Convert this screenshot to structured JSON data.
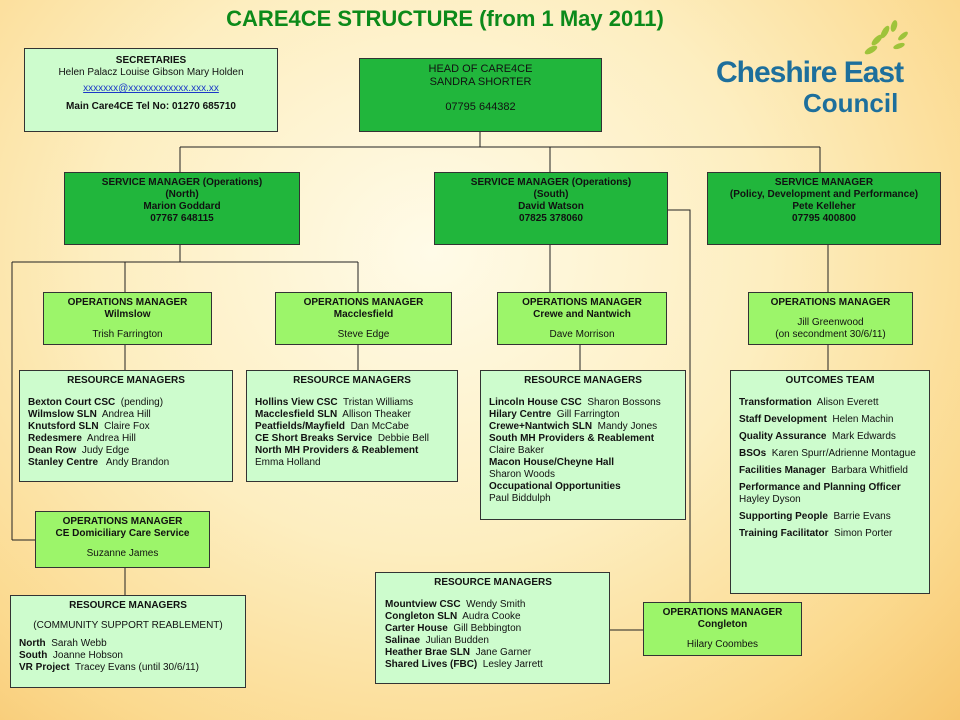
{
  "title": {
    "strong": "CARE4CE",
    "rest": " STRUCTURE (from 1 May 2011)"
  },
  "logo": {
    "line1": "Cheshire East",
    "line2": "Council"
  },
  "secretaries": {
    "heading": "SECRETARIES",
    "names": "Helen Palacz  Louise Gibson  Mary Holden",
    "email": "xxxxxxx@xxxxxxxxxxxx.xxx.xx",
    "tel": "Main Care4CE Tel No: 01270 685710"
  },
  "head": {
    "title": "HEAD OF CARE4CE",
    "name": "SANDRA  SHORTER",
    "phone": "07795 644382"
  },
  "sm_north": {
    "title": "SERVICE MANAGER (Operations)",
    "area": "(North)",
    "name": "Marion Goddard",
    "phone": "07767 648115"
  },
  "sm_south": {
    "title": "SERVICE MANAGER (Operations)",
    "area": "(South)",
    "name": "David Watson",
    "phone": "07825 378060"
  },
  "sm_policy": {
    "title": "SERVICE MANAGER",
    "area": "(Policy, Development and Performance)",
    "name": "Pete Kelleher",
    "phone": "07795 400800"
  },
  "om_wilmslow": {
    "title": "OPERATIONS MANAGER",
    "area": "Wilmslow",
    "name": "Trish Farrington"
  },
  "om_macc": {
    "title": "OPERATIONS MANAGER",
    "area": "Macclesfield",
    "name": "Steve Edge"
  },
  "om_crewe": {
    "title": "OPERATIONS MANAGER",
    "area": "Crewe and Nantwich",
    "name": "Dave Morrison"
  },
  "om_policy": {
    "title": "OPERATIONS MANAGER",
    "name": "Jill Greenwood",
    "note": "(on secondment 30/6/11)"
  },
  "om_dom": {
    "title": "OPERATIONS MANAGER",
    "area": "CE Domiciliary Care Service",
    "name": "Suzanne James"
  },
  "om_congleton": {
    "title": "OPERATIONS MANAGER",
    "area": "Congleton",
    "name": "Hilary Coombes"
  },
  "rm_wilmslow": {
    "heading": "RESOURCE MANAGERS",
    "items": [
      {
        "n": "Bexton Court CSC",
        "p": "  (pending)"
      },
      {
        "n": "Wilmslow SLN",
        "p": "  Andrea Hill"
      },
      {
        "n": "Knutsford SLN",
        "p": "  Claire Fox"
      },
      {
        "n": "Redesmere",
        "p": "  Andrea Hill"
      },
      {
        "n": "Dean Row",
        "p": "  Judy Edge"
      },
      {
        "n": "Stanley Centre",
        "p": "   Andy Brandon"
      }
    ]
  },
  "rm_macc": {
    "heading": "RESOURCE MANAGERS",
    "items": [
      {
        "n": "Hollins View CSC",
        "p": "  Tristan Williams"
      },
      {
        "n": "Macclesfield SLN",
        "p": "  Allison Theaker"
      },
      {
        "n": "Peatfields/Mayfield",
        "p": "  Dan McCabe"
      },
      {
        "n": "CE Short Breaks Service",
        "p": "  Debbie Bell"
      },
      {
        "n": "North MH Providers & Reablement",
        "p": ""
      },
      {
        "n": "",
        "p": "Emma Holland"
      }
    ]
  },
  "rm_crewe": {
    "heading": "RESOURCE MANAGERS",
    "items": [
      {
        "n": "Lincoln House CSC",
        "p": "  Sharon Bossons"
      },
      {
        "n": "Hilary Centre",
        "p": "  Gill Farrington"
      },
      {
        "n": "Crewe+Nantwich SLN",
        "p": "  Mandy Jones"
      },
      {
        "n": "South MH Providers & Reablement",
        "p": ""
      },
      {
        "n": "",
        "p": "Claire Baker"
      },
      {
        "n": "Macon House/Cheyne Hall",
        "p": ""
      },
      {
        "n": "",
        "p": "Sharon Woods"
      },
      {
        "n": "Occupational Opportunities",
        "p": ""
      },
      {
        "n": "",
        "p": "Paul Biddulph"
      }
    ]
  },
  "outcomes": {
    "heading": "OUTCOMES TEAM",
    "items": [
      {
        "n": "Transformation",
        "p": "  Alison Everett"
      },
      {
        "n": "Staff Development",
        "p": "  Helen Machin"
      },
      {
        "n": "Quality Assurance",
        "p": "  Mark Edwards"
      },
      {
        "n": "BSOs",
        "p": "  Karen Spurr/Adrienne Montague"
      },
      {
        "n": "Facilities Manager",
        "p": "  Barbara Whitfield"
      },
      {
        "n": "Performance and Planning Officer",
        "p": ""
      },
      {
        "n": "",
        "p": "Hayley Dyson"
      },
      {
        "n": "Supporting People",
        "p": "  Barrie Evans"
      },
      {
        "n": "Training Facilitator",
        "p": "  Simon Porter"
      }
    ]
  },
  "rm_community": {
    "heading": "RESOURCE MANAGERS",
    "sub": "(COMMUNITY SUPPORT REABLEMENT)",
    "items": [
      {
        "n": "North",
        "p": "  Sarah Webb"
      },
      {
        "n": "South",
        "p": "  Joanne Hobson"
      },
      {
        "n": "VR Project",
        "p": "  Tracey Evans (until 30/6/11)"
      }
    ]
  },
  "rm_congleton": {
    "heading": "RESOURCE MANAGERS",
    "items": [
      {
        "n": "Mountview CSC",
        "p": "  Wendy Smith"
      },
      {
        "n": "Congleton SLN",
        "p": "  Audra Cooke"
      },
      {
        "n": "Carter House",
        "p": "  Gill Bebbington"
      },
      {
        "n": "Salinae",
        "p": "  Julian Budden"
      },
      {
        "n": "Heather Brae SLN",
        "p": "  Jane Garner"
      },
      {
        "n": "Shared Lives (FBC)",
        "p": "  Lesley Jarrett"
      }
    ]
  },
  "colors": {
    "dark_green": "#21b63c",
    "mid_green": "#9cf56a",
    "light_green": "#cdfccd",
    "title_green": "#0c8a1a",
    "logo_blue": "#1d6f9c"
  }
}
